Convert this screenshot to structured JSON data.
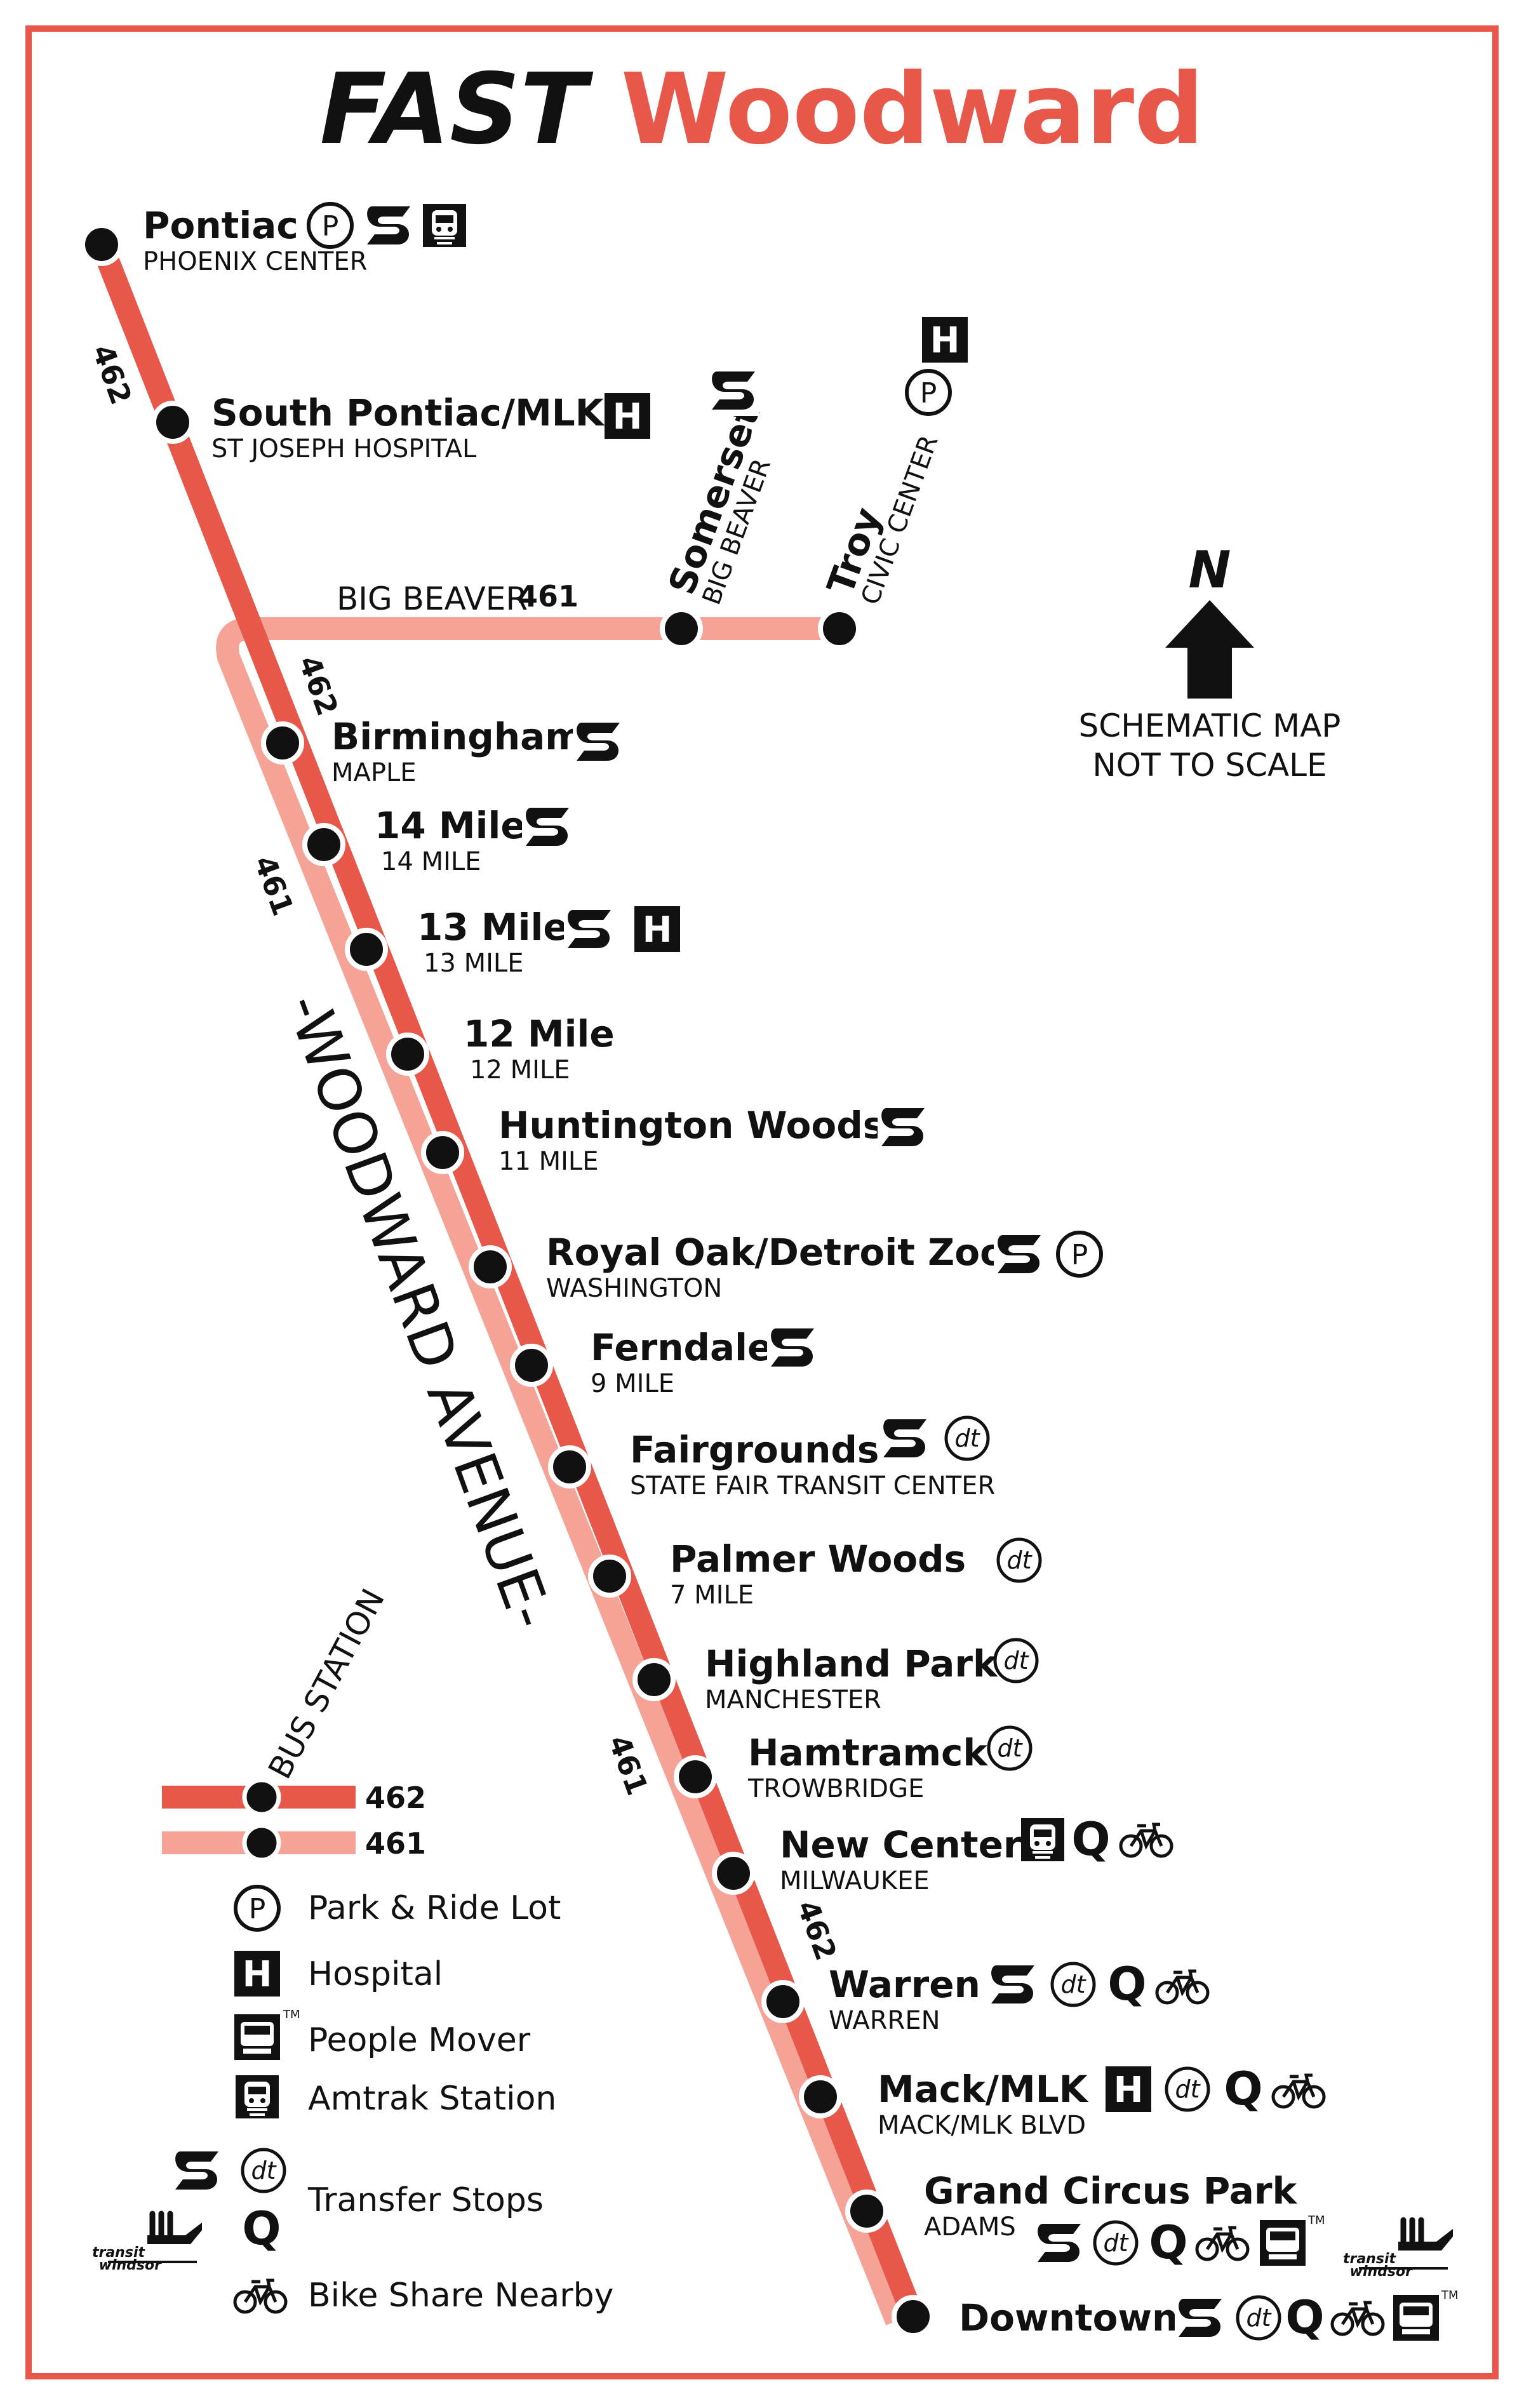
{
  "title": {
    "part1": "FAST",
    "part2": "Woodward"
  },
  "colors": {
    "route_462": "#E8584A",
    "route_461": "#F4A396",
    "border": "#E8584A",
    "ink": "#111111"
  },
  "route_labels": {
    "r462_top": "462",
    "r462_mid": "462",
    "r462_low": "462",
    "r461_mid": "461",
    "r461_low": "461",
    "r461_branch": "461"
  },
  "branch_label": "BIG BEAVER",
  "avenue_label": "-WOODWARD AVENUE-",
  "north": {
    "letter": "N",
    "note_line1": "SCHEMATIC MAP",
    "note_line2": "NOT TO SCALE"
  },
  "stations": [
    {
      "name": "Pontiac",
      "sub": "PHOENIX CENTER",
      "icons": [
        "park-ride-icon",
        "smart-transfer-icon",
        "amtrak-icon"
      ]
    },
    {
      "name": "South Pontiac/MLK",
      "sub": "ST JOSEPH HOSPITAL",
      "icons": [
        "hospital-icon"
      ]
    },
    {
      "name": "Somerset",
      "sub": "BIG BEAVER",
      "icons": [
        "smart-transfer-icon"
      ]
    },
    {
      "name": "Troy",
      "sub": "CIVIC CENTER",
      "icons": [
        "park-ride-icon",
        "hospital-icon"
      ]
    },
    {
      "name": "Birmingham",
      "sub": "MAPLE",
      "icons": [
        "smart-transfer-icon"
      ]
    },
    {
      "name": "14 Mile",
      "sub": "14 MILE",
      "icons": [
        "smart-transfer-icon"
      ]
    },
    {
      "name": "13 Mile",
      "sub": "13 MILE",
      "icons": [
        "smart-transfer-icon",
        "hospital-icon"
      ]
    },
    {
      "name": "12 Mile",
      "sub": "12 MILE",
      "icons": []
    },
    {
      "name": "Huntington Woods",
      "sub": "11 MILE",
      "icons": [
        "smart-transfer-icon"
      ]
    },
    {
      "name": "Royal Oak/Detroit Zoo",
      "sub": "WASHINGTON",
      "icons": [
        "smart-transfer-icon",
        "park-ride-icon"
      ]
    },
    {
      "name": "Ferndale",
      "sub": "9 MILE",
      "icons": [
        "smart-transfer-icon"
      ]
    },
    {
      "name": "Fairgrounds",
      "sub": "STATE FAIR TRANSIT CENTER",
      "icons": [
        "smart-transfer-icon",
        "ddot-transfer-icon"
      ]
    },
    {
      "name": "Palmer Woods",
      "sub": "7 MILE",
      "icons": [
        "ddot-transfer-icon"
      ]
    },
    {
      "name": "Highland Park",
      "sub": "MANCHESTER",
      "icons": [
        "ddot-transfer-icon"
      ]
    },
    {
      "name": "Hamtramck",
      "sub": "TROWBRIDGE",
      "icons": [
        "ddot-transfer-icon"
      ]
    },
    {
      "name": "New Center",
      "sub": "MILWAUKEE",
      "icons": [
        "amtrak-icon",
        "qline-icon",
        "bike-share-icon"
      ]
    },
    {
      "name": "Warren",
      "sub": "WARREN",
      "icons": [
        "smart-transfer-icon",
        "ddot-transfer-icon",
        "qline-icon",
        "bike-share-icon"
      ]
    },
    {
      "name": "Mack/MLK",
      "sub": "MACK/MLK BLVD",
      "icons": [
        "hospital-icon",
        "ddot-transfer-icon",
        "qline-icon",
        "bike-share-icon"
      ]
    },
    {
      "name": "Grand Circus Park",
      "sub": "ADAMS",
      "icons": [
        "smart-transfer-icon",
        "ddot-transfer-icon",
        "qline-icon",
        "bike-share-icon",
        "people-mover-icon",
        "transit-windsor-icon"
      ]
    },
    {
      "name": "Downtown",
      "sub": "",
      "icons": [
        "smart-transfer-icon",
        "ddot-transfer-icon",
        "qline-icon",
        "bike-share-icon",
        "people-mover-icon"
      ]
    }
  ],
  "legend": {
    "bus_station": "BUS STATION",
    "route_462": "462",
    "route_461": "461",
    "park_ride": "Park & Ride Lot",
    "hospital": "Hospital",
    "people_mover": "People Mover",
    "amtrak": "Amtrak Station",
    "transfer": "Transfer Stops",
    "bike_share": "Bike Share Nearby"
  },
  "icon_text": {
    "park_ride": "P",
    "hospital": "H",
    "ddot": "dt",
    "qline": "Q",
    "tm": "TM",
    "transit_line1": "transit",
    "transit_line2": "windsor"
  }
}
